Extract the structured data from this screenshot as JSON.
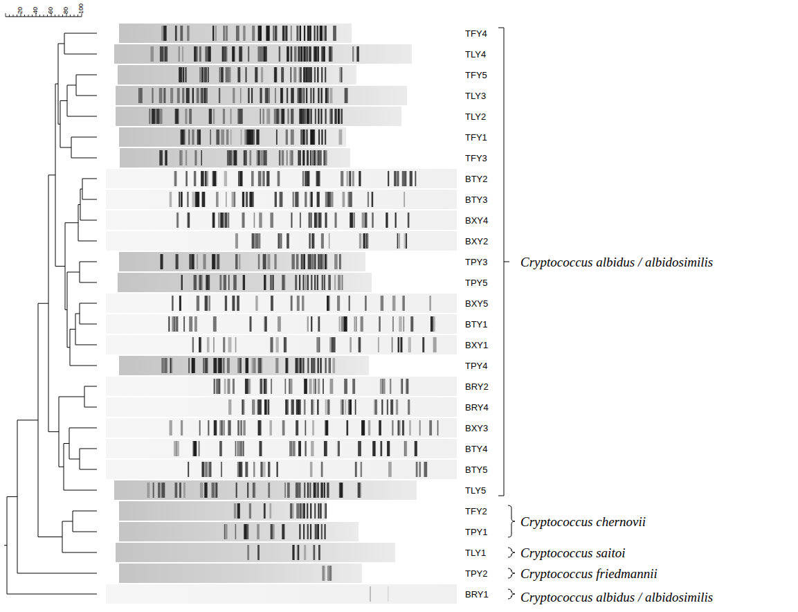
{
  "diagram": {
    "labels": [
      "20",
      "40",
      "60",
      "80",
      "100",
      "TFY4",
      "TLY4",
      "TFY5",
      "TLY3",
      "TLY2",
      "TFY1",
      "TFY3",
      "BTY2",
      "BTY3",
      "BXY4",
      "BXY2",
      "TPY3",
      "TPY5",
      "BXY5",
      "BTY1",
      "BXY1",
      "TPY4",
      "BRY2",
      "BRY4",
      "BXY3",
      "BTY4",
      "BTY5",
      "TLY5",
      "TFY2",
      "TPY1",
      "TLY1",
      "TPY2",
      "BRY1",
      "Cryptococcus albidus / albidosimilis",
      "Cryptococcus chernovii",
      "Cryptococcus saitoi",
      "Cryptococcus friedmannii",
      "Cryptococcus albidus / albidosimilis"
    ]
  }
}
